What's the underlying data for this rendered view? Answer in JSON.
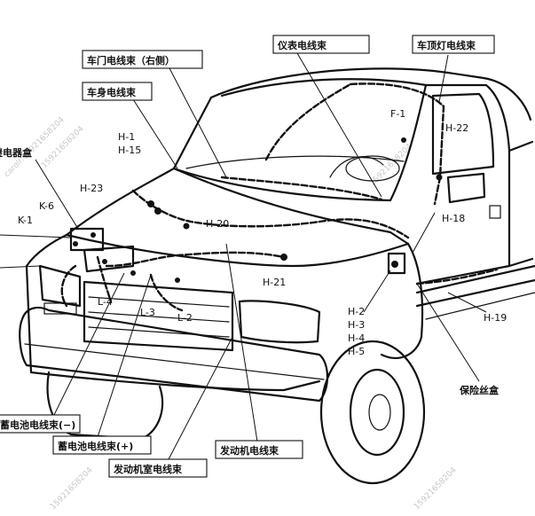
{
  "labels": {
    "door_right": "车门电线束（右侧）",
    "body": "车身电线束",
    "instrument": "仪表电线束",
    "roof_lamp": "车顶灯电线束",
    "relay_box": "继电器盒",
    "battery_neg": "蓄电池电线束(−)",
    "battery_pos": "蓄电池电线束(+)",
    "engine": "发动机电线束",
    "engine_room": "发动机室电线束",
    "fuse_box": "保险丝盒"
  },
  "connectors": {
    "f1": "F-1",
    "h1": "H-1",
    "h15": "H-15",
    "h22": "H-22",
    "h23": "H-23",
    "k6": "K-6",
    "k1": "K-1",
    "h20": "H-20",
    "h18": "H-18",
    "l4": "L-4",
    "l3": "L-3",
    "l2": "L-2",
    "h21": "H-21",
    "h2": "H-2",
    "h3": "H-3",
    "h4": "H-4",
    "h5": "H-5",
    "h19": "H-19"
  },
  "watermarks": [
    "carolr:15921658204",
    "15921658204",
    "15921658204",
    "15921658204",
    "15921658204"
  ]
}
